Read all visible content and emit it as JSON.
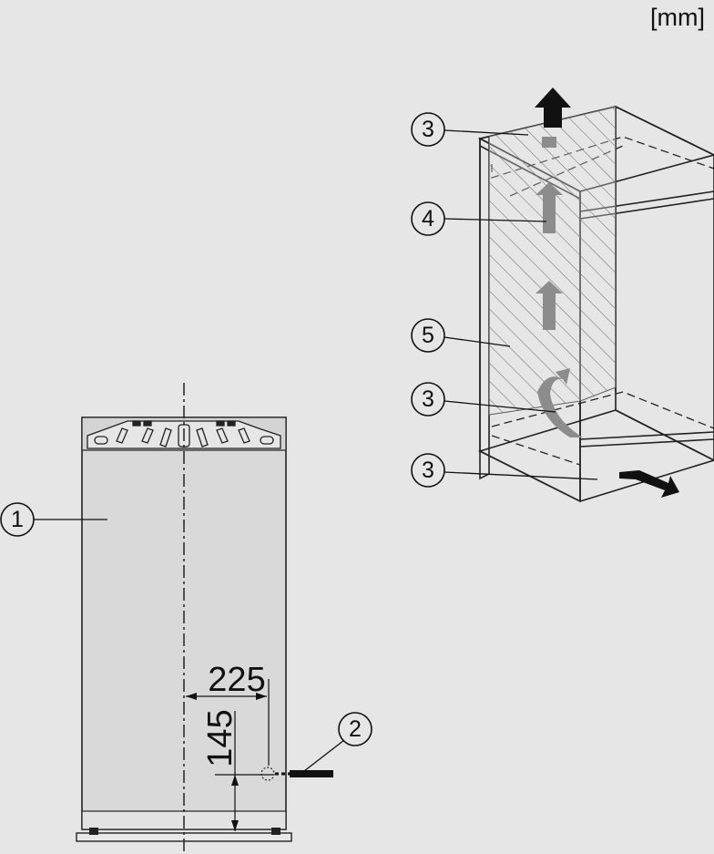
{
  "units_label": "[mm]",
  "callouts": {
    "c1": "1",
    "c2": "2",
    "c3_top": "3",
    "c4": "4",
    "c5": "5",
    "c3_mid": "3",
    "c3_bottom": "3"
  },
  "dimensions": {
    "horizontal": "225",
    "vertical": "145"
  },
  "icons": [
    "airflow-arrow-icon",
    "inlet-arrow-icon",
    "outlet-arrow-icon",
    "water-connection-icon"
  ],
  "colors": {
    "background": "#e6e6e6",
    "appliance_panel": "#d9d9d9",
    "airflow_arrow": "#8c8c8c",
    "outlet_arrow": "#111111"
  }
}
